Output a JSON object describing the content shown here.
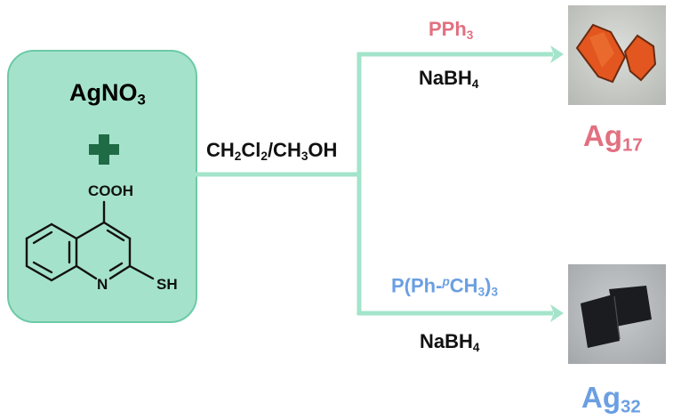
{
  "reactants": {
    "salt": {
      "base": "AgNO",
      "sub": "3"
    },
    "ligand_atoms": {
      "acid_group": "COOH",
      "nitrogen": "N",
      "thiol": "SH"
    }
  },
  "conditions": {
    "solvent": {
      "p1": "CH",
      "s1": "2",
      "p2": "Cl",
      "s2": "2",
      "p3": "/CH",
      "s3": "3",
      "p4": "OH"
    }
  },
  "branch_top": {
    "ligand": {
      "base": "PPh",
      "sub": "3"
    },
    "reductant": {
      "base": "NaBH",
      "sub": "4"
    },
    "product": {
      "base": "Ag",
      "sub": "17"
    }
  },
  "branch_bottom": {
    "ligand": {
      "p1": "P(Ph-",
      "sup": "p",
      "p2": "CH",
      "s1": "3",
      "p3": ")",
      "s2": "3"
    },
    "reductant": {
      "base": "NaBH",
      "sub": "4"
    },
    "product": {
      "base": "Ag",
      "sub": "32"
    }
  },
  "colors": {
    "box_fill": "#a5e2cc",
    "connector": "#a3e4cb",
    "plus": "#1f6b45",
    "top_accent": "#e27080",
    "bottom_accent": "#6b9fe2",
    "text": "#111111",
    "top_crystal": "#e3561f",
    "bottom_crystal": "#1b1c20",
    "photo_top_bg": "#cfd1cd",
    "photo_bottom_bg": "#b9bcbf"
  },
  "icons": {
    "plus": "plus-icon",
    "arrow_top": "arrow-right-icon",
    "arrow_bottom": "arrow-right-icon"
  }
}
